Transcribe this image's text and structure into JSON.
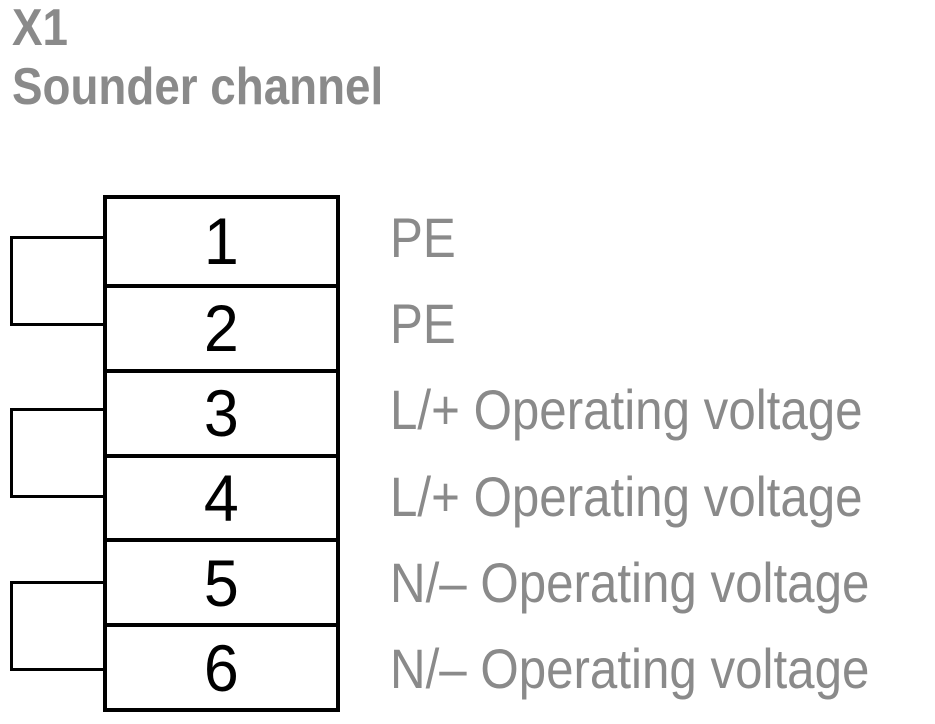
{
  "header": {
    "designation": "X1",
    "subtitle": "Sounder channel"
  },
  "block": {
    "terminals": [
      {
        "number": "1",
        "label": "PE"
      },
      {
        "number": "2",
        "label": "PE"
      },
      {
        "number": "3",
        "label": "L/+ Operating voltage"
      },
      {
        "number": "4",
        "label": "L/+ Operating voltage"
      },
      {
        "number": "5",
        "label": "N/– Operating voltage"
      },
      {
        "number": "6",
        "label": "N/– Operating voltage"
      }
    ],
    "jumpered_pairs": [
      [
        "1",
        "2"
      ],
      [
        "3",
        "4"
      ],
      [
        "5",
        "6"
      ]
    ]
  },
  "colors": {
    "text_gray": "#8a8a8a",
    "line_black": "#000000",
    "background": "#ffffff"
  }
}
